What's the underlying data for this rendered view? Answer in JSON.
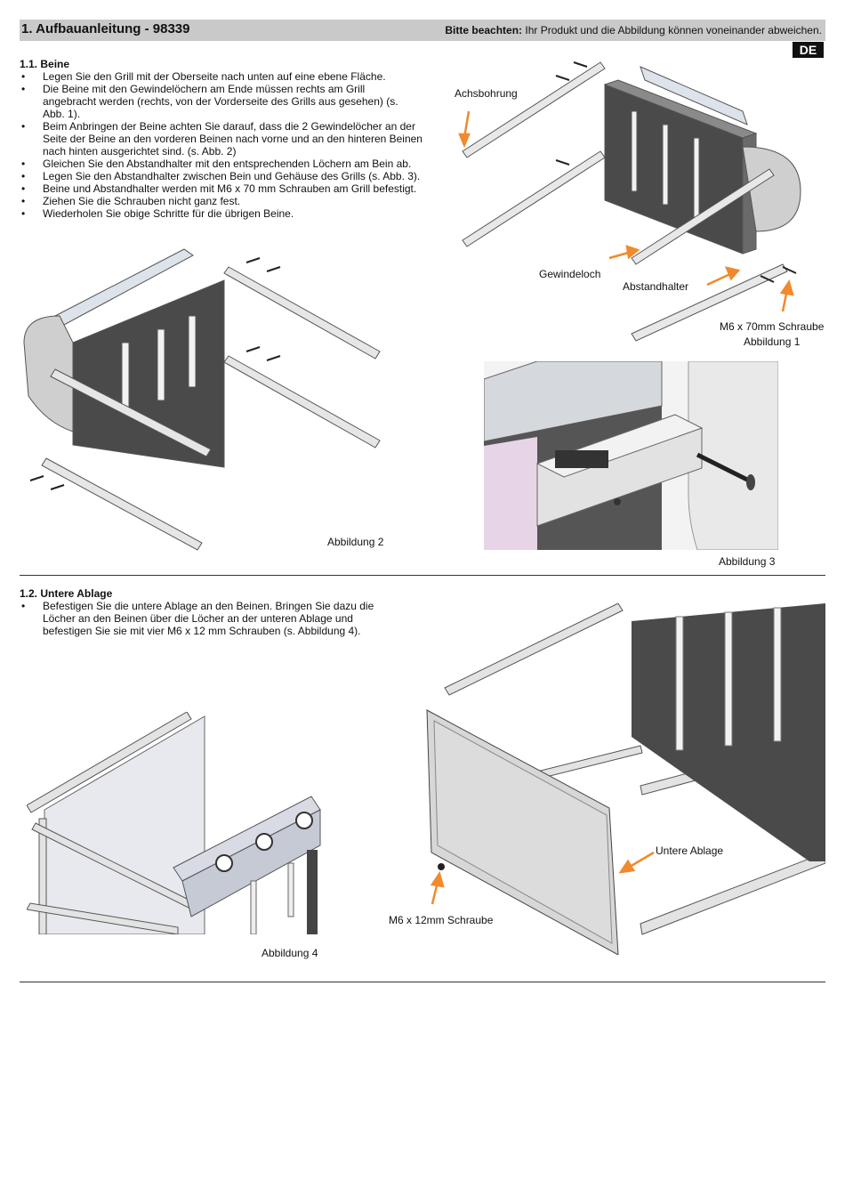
{
  "header": {
    "title": "1.  Aufbauanleitung - 98339",
    "note_bold": "Bitte beachten:",
    "note_text": "Ihr Produkt und die Abbildung können voneinander abweichen.",
    "lang_badge": "DE"
  },
  "section1": {
    "title": "1.1. Beine",
    "bullets": [
      "Legen Sie den Grill mit der Oberseite nach unten auf eine ebene Fläche.",
      "Die Beine mit den Gewindelöchern am Ende müssen rechts am Grill angebracht werden (rechts, von der Vorderseite des Grills aus gesehen) (s. Abb. 1).",
      "Beim Anbringen der Beine achten Sie darauf, dass die 2 Gewindelöcher an der Seite der Beine an den vorderen Beinen nach vorne und an den hinteren Beinen nach hinten ausgerichtet sind. (s. Abb. 2)",
      "Gleichen Sie den Abstandhalter mit den entsprechenden Löchern am Bein ab.",
      "Legen Sie den Abstandhalter zwischen Bein und Gehäuse des Grills (s. Abb. 3).",
      "Beine und Abstandhalter werden mit M6 x 70 mm Schrauben am Grill befestigt.",
      "Ziehen Sie die Schrauben nicht ganz fest.",
      "Wiederholen Sie obige Schritte für die übrigen Beine."
    ]
  },
  "fig1": {
    "label_achsbohrung": "Achsbohrung",
    "label_gewindeloch": "Gewindeloch",
    "label_abstandhalter": "Abstandhalter",
    "label_schraube": "M6 x 70mm Schraube",
    "caption": "Abbildung 1"
  },
  "fig2": {
    "caption": "Abbildung 2"
  },
  "fig3": {
    "caption": "Abbildung 3"
  },
  "section2": {
    "title": "1.2. Untere Ablage",
    "bullets": [
      "Befestigen Sie die untere Ablage an den Beinen. Bringen Sie dazu die Löcher an den Beinen über die Löcher an der unteren Ablage und befestigen Sie sie mit vier M6 x 12  mm Schrauben (s. Abbildung 4)."
    ]
  },
  "fig4": {
    "caption": "Abbildung 4",
    "label_ablage": "Untere Ablage",
    "label_schraube": "M6 x 12mm Schraube"
  },
  "colors": {
    "header_bg": "#c9c9c9",
    "arrow": "#f08a2c",
    "badge_bg": "#111111"
  }
}
